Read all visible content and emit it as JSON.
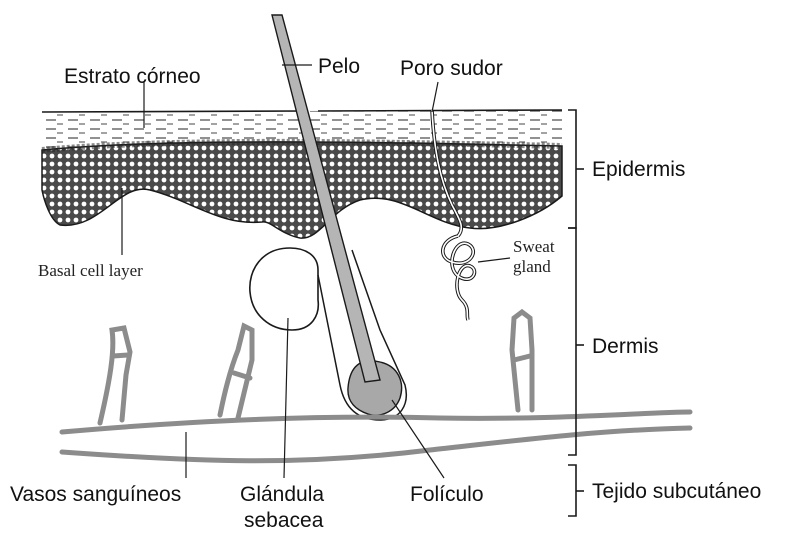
{
  "labels": {
    "estrato_corneo": "Estrato córneo",
    "pelo": "Pelo",
    "poro_sudor": "Poro sudor",
    "basal_cell_layer": "Basal cell layer",
    "sweat_gland_line1": "Sweat",
    "sweat_gland_line2": "gland",
    "vasos_sanguineos": "Vasos sanguíneos",
    "glandula_line1": "Glándula",
    "glandula_line2": "sebacea",
    "foliculo": "Folículo",
    "epidermis": "Epidermis",
    "dermis": "Dermis",
    "tejido_subcutaneo": "Tejido subcutáneo"
  },
  "colors": {
    "outline": "#1a1a1a",
    "hair_fill": "#b5b5b5",
    "follicle_fill": "#a8a8a8",
    "vessel": "#8c8c8c",
    "cell_layer": "#3a3a3a"
  }
}
